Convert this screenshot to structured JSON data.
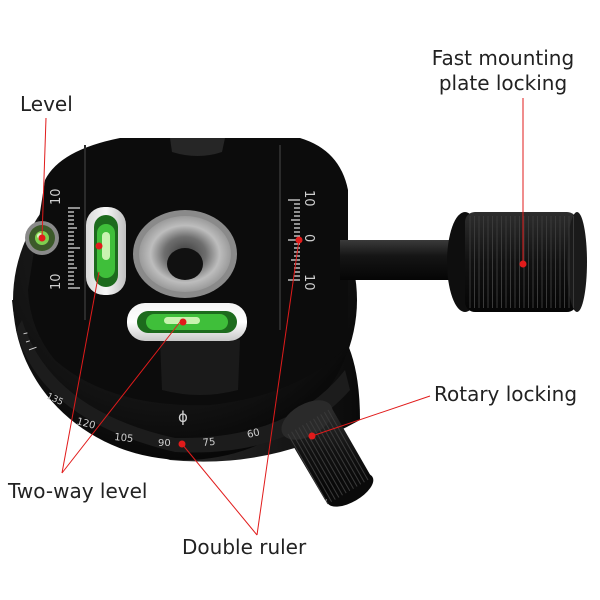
{
  "colors": {
    "accent": "#e11b1b",
    "body": "#151515",
    "bubble": "#3fbf3a",
    "text": "#222222"
  },
  "callouts": {
    "level": "Level",
    "fast_mount_line1": "Fast mounting",
    "fast_mount_line2": "plate locking",
    "rotary_locking": "Rotary locking",
    "two_way_level": "Two-way level",
    "double_ruler": "Double ruler"
  },
  "left_ruler": {
    "top_label": "10",
    "bottom_label": "10"
  },
  "right_ruler": {
    "top_label": "10",
    "middle_label": "0",
    "bottom_label": "10"
  },
  "degree_scale": {
    "labels": [
      "135",
      "120",
      "105",
      "90",
      "75",
      "60"
    ],
    "index_mark": "ϕ"
  }
}
